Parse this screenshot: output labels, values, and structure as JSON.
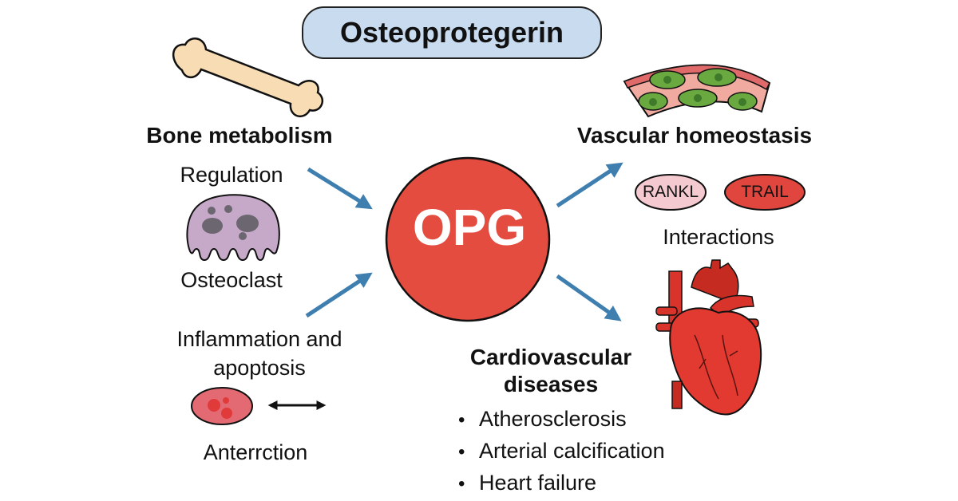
{
  "title": "Osteoprotegerin",
  "center": {
    "label": "OPG",
    "color": "#e44c40"
  },
  "left": {
    "heading": "Bone metabolism",
    "regulation": "Regulation",
    "osteoclast": "Osteoclast",
    "inflammation_line1": "Inflammation and",
    "inflammation_line2": "apoptosis",
    "interaction": "Anterrction"
  },
  "right": {
    "vascular_heading": "Vascular homeostasis",
    "pills": [
      {
        "label": "RANKL",
        "color": "#f4c9cf"
      },
      {
        "label": "TRAIL",
        "color": "#e0463e"
      }
    ],
    "interactions": "Interactions",
    "cvd_heading_line1": "Cardiovascular",
    "cvd_heading_line2": "diseases",
    "cvd_items": [
      "Atherosclerosis",
      "Arterial calcification",
      "Heart failure"
    ]
  },
  "colors": {
    "arrow": "#3f7fb0",
    "title_bg": "#c9dcef",
    "bone": "#f8dcb4",
    "osteoclast": "#c6a9c8",
    "vessel_wall": "#e06a6a",
    "vessel_inner": "#f0aaa0",
    "cell": "#6aa93f",
    "heart": "#d9342b"
  }
}
